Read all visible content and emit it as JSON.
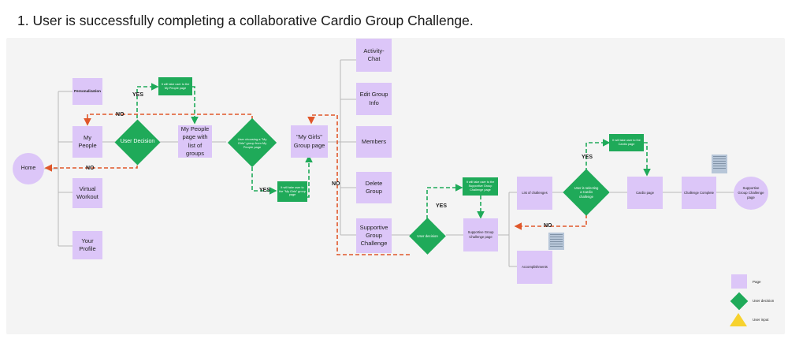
{
  "title": "1. User is successfully completing a collaborative Cardio Group Challenge.",
  "nodes": {
    "home": "Home",
    "personalization": "Personalization",
    "my_people": "My People",
    "virtual_workout": "Virtual Workout",
    "your_profile": "Your Profile",
    "user_decision": "User Decision",
    "note_my_people": "It will take user to the My People page",
    "my_people_page": "My People page with list of groups",
    "user_choosing": "User choosing a \"My Girls\" group from My People page",
    "note_my_girls": "It will take user to the \"My Girls\" group page",
    "my_girls_page": "\"My Girls\" Group page",
    "activity_chat": "Activity-Chat",
    "edit_group_info": "Edit Group Info",
    "members": "Members",
    "delete_group": "Delete Group",
    "supportive_group_challenge": "Supportive Group Challenge",
    "user_decision_2": "User decision",
    "note_supportive": "It will take user to the Supportive Group Challenge page",
    "supportive_page": "Supportive Group Challenge page",
    "list_of_challenges": "List of challenges",
    "accomplishments": "Accomplishments",
    "selecting_cardio": "User is selecting a Cardio challenge",
    "note_cardio": "It will take user to the Cardio page",
    "cardio_page": "Cardio page",
    "challenge_complete": "Challenge Complete",
    "supportive_complete": "Supportive Group Challenge page"
  },
  "edge_labels": {
    "yes_1": "YES",
    "no_1": "NO",
    "no_2": "NO",
    "yes_2": "YES",
    "no_3": "NO",
    "yes_3": "YES",
    "no_4": "NO",
    "yes_4": "YES"
  },
  "legend": {
    "page": "Page",
    "user_decision": "User decision",
    "user_input": "User input"
  },
  "colors": {
    "page": "#dcc6f8",
    "decision": "#1faa59",
    "yes_edge": "#1faa59",
    "no_edge": "#e0572a",
    "connector": "#b8b8b8",
    "user_input": "#f7d22e",
    "sticky": "#b7c6d8"
  }
}
